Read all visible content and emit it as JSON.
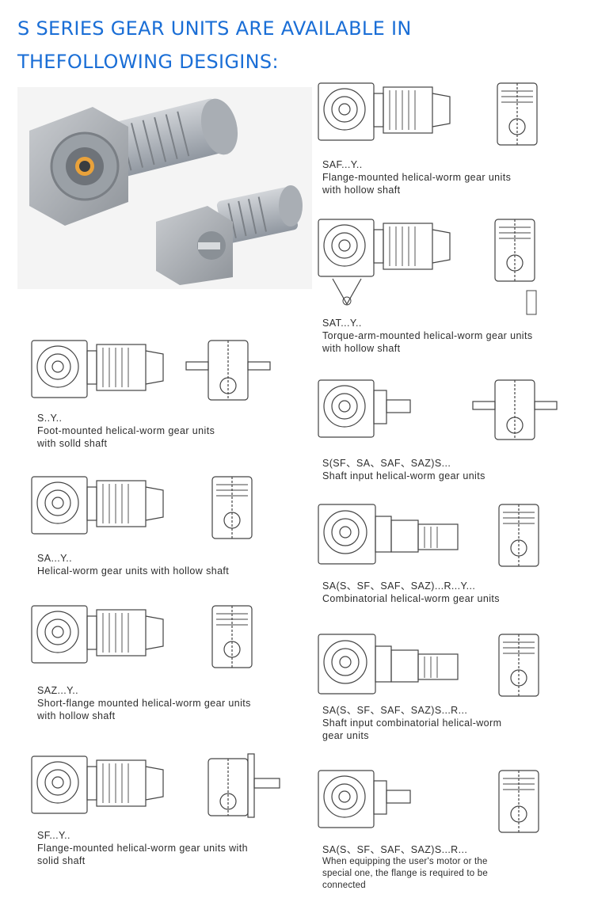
{
  "header": {
    "line1": "S SERIES GEAR UNITS ARE AVAILABLE IN",
    "line2": "THEFOLLOWING DESIGINS:",
    "color": "#1a6ed6"
  },
  "photo": {
    "alt_name": "gear-units-photo"
  },
  "left_column": [
    {
      "code": "S..Y..",
      "lines": [
        "Foot-mounted helical-worm gear units",
        "with solld shaft"
      ]
    },
    {
      "code": "SA...Y..",
      "lines": [
        "Helical-worm gear units with hollow shaft"
      ]
    },
    {
      "code": "SAZ...Y..",
      "lines": [
        "Short-flange mounted helical-worm gear units",
        "with hollow shaft"
      ]
    },
    {
      "code": "SF...Y..",
      "lines": [
        "Flange-mounted helical-worm gear units with",
        "solid shaft"
      ]
    }
  ],
  "right_column": [
    {
      "code": "SAF...Y..",
      "lines": [
        "Flange-mounted helical-worm gear units",
        "with hollow shaft"
      ]
    },
    {
      "code": "SAT...Y..",
      "lines": [
        "Torque-arm-mounted helical-worm gear units",
        "with hollow shaft"
      ]
    },
    {
      "code": "S(SF、SA、SAF、SAZ)S...",
      "lines": [
        "Shaft input helical-worm gear units"
      ]
    },
    {
      "code": "SA(S、SF、SAF、SAZ)...R...Y...",
      "lines": [
        "Combinatorial helical-worm gear units"
      ]
    },
    {
      "code": "SA(S、SF、SAF、SAZ)S...R...",
      "lines": [
        "Shaft input combinatorial helical-worm",
        "gear units"
      ]
    },
    {
      "code": "SA(S、SF、SAF、SAZ)S...R...",
      "lines": [
        "When equipping the user's motor or the",
        "special one, the flange is required to be",
        "connected"
      ]
    }
  ]
}
